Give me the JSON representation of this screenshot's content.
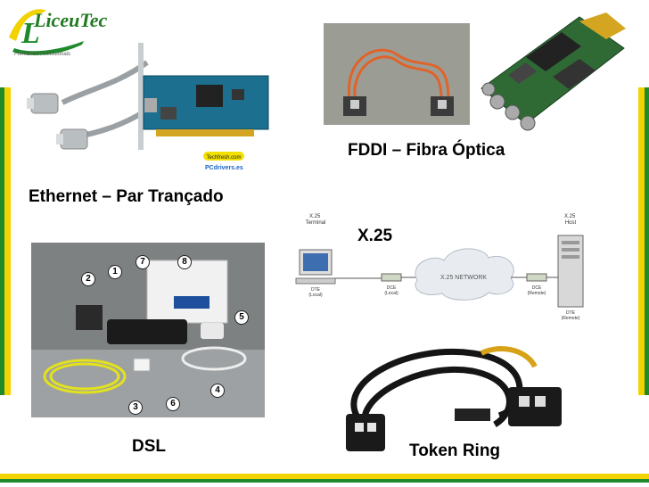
{
  "logo": {
    "brand": "LiceuTec",
    "tagline": "Formando Profissionais"
  },
  "captions": {
    "ethernet": "Ethernet – Par Trançado",
    "fddi": "FDDI – Fibra Óptica",
    "x25": "X.25",
    "dsl": "DSL",
    "token_ring": "Token Ring"
  },
  "x25_diagram": {
    "terminal_title": "X.25\nTerminal",
    "host_title": "X.25\nHost",
    "dte_local": "DTE\n(Local)",
    "dce_local": "DCE\n(Local)",
    "network": "X.25 NETWORK",
    "dce_remote": "DCE\n(Remote)",
    "dte_remote": "DTE\n(Remote)"
  },
  "nic_labels": {
    "site1": "Techfresh.com",
    "site2": "PCdrivers.es"
  },
  "dsl_numbers": [
    "1",
    "2",
    "3",
    "4",
    "5",
    "6",
    "7",
    "8"
  ],
  "colors": {
    "green": "#1f8a2b",
    "yellow": "#f2d200"
  }
}
